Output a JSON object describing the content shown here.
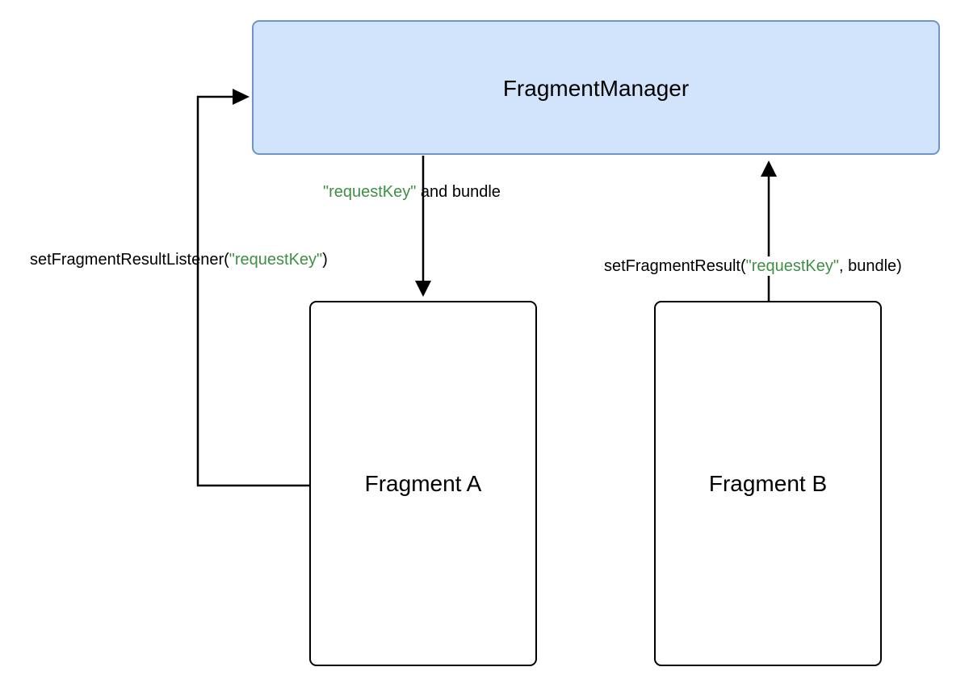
{
  "nodes": {
    "manager": {
      "label": "FragmentManager"
    },
    "fragment_a": {
      "label": "Fragment A"
    },
    "fragment_b": {
      "label": "Fragment B"
    }
  },
  "edges": {
    "listener": {
      "method_open": "setFragmentResultListener(",
      "key": "\"requestKey\"",
      "method_close": ")"
    },
    "delivery": {
      "key": "\"requestKey\"",
      "rest": " and bundle"
    },
    "result": {
      "method_open": "setFragmentResult(",
      "key": "\"requestKey\"",
      "rest": ", bundle)"
    }
  },
  "colors": {
    "manager_fill": "#d2e3fc",
    "manager_border": "#6e95c8",
    "key_text": "#3f8f45",
    "line": "#000000"
  }
}
